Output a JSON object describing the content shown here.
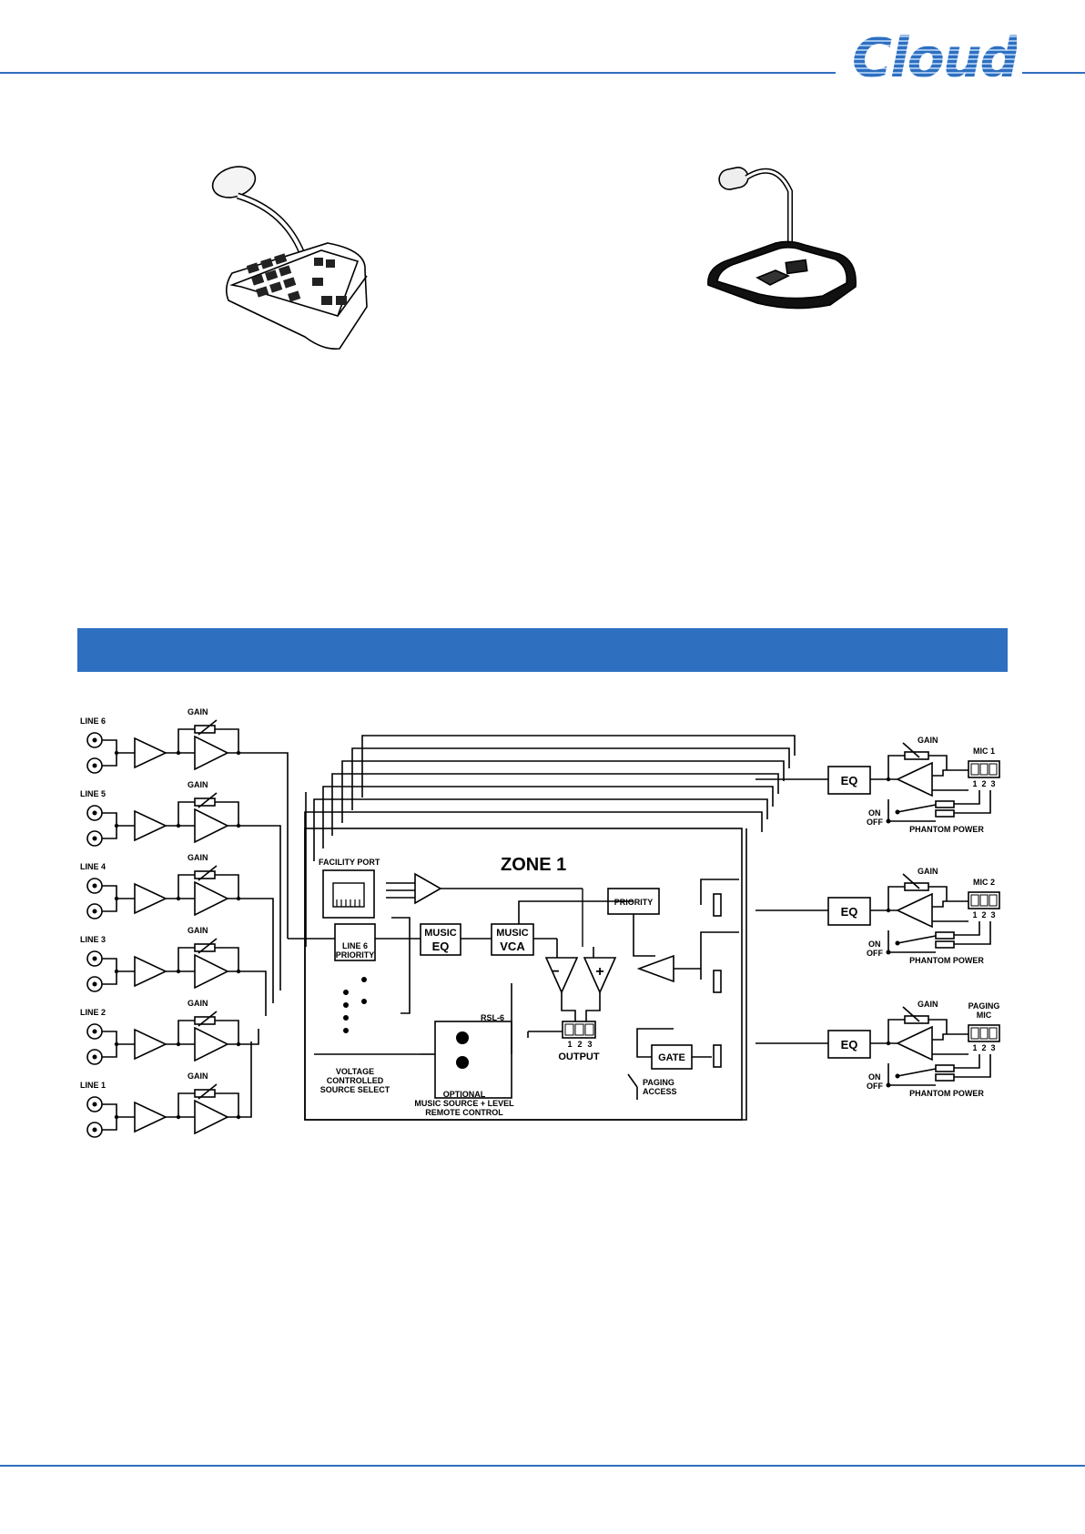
{
  "brand": {
    "logo_text": "Cloud",
    "color": "#2e6fc0"
  },
  "diagram": {
    "line_inputs": [
      "LINE 6",
      "LINE 5",
      "LINE 4",
      "LINE 3",
      "LINE 2",
      "LINE 1"
    ],
    "gain": "GAIN",
    "zone_title": "ZONE 1",
    "facility_port": "FACILITY PORT",
    "line6_priority": [
      "LINE 6",
      "PRIORITY"
    ],
    "music_eq": [
      "MUSIC",
      "EQ"
    ],
    "music_vca": [
      "MUSIC",
      "VCA"
    ],
    "priority": "PRIORITY",
    "rsl": "RSL-6",
    "source_select": [
      "VOLTAGE",
      "CONTROLLED",
      "SOURCE SELECT"
    ],
    "rsl_caption": [
      "OPTIONAL",
      "MUSIC SOURCE + LEVEL",
      "REMOTE CONTROL"
    ],
    "output": "OUTPUT",
    "pins": [
      "1",
      "2",
      "3"
    ],
    "gate": "GATE",
    "paging_access": [
      "PAGING",
      "ACCESS"
    ],
    "eq": "EQ",
    "minus": "−",
    "plus": "+",
    "mic_inputs": [
      {
        "label": [
          "MIC 1"
        ]
      },
      {
        "label": [
          "MIC 2"
        ]
      },
      {
        "label": [
          "PAGING",
          "MIC"
        ]
      }
    ],
    "on": "ON",
    "off": "OFF",
    "phantom_power": "PHANTOM POWER"
  }
}
